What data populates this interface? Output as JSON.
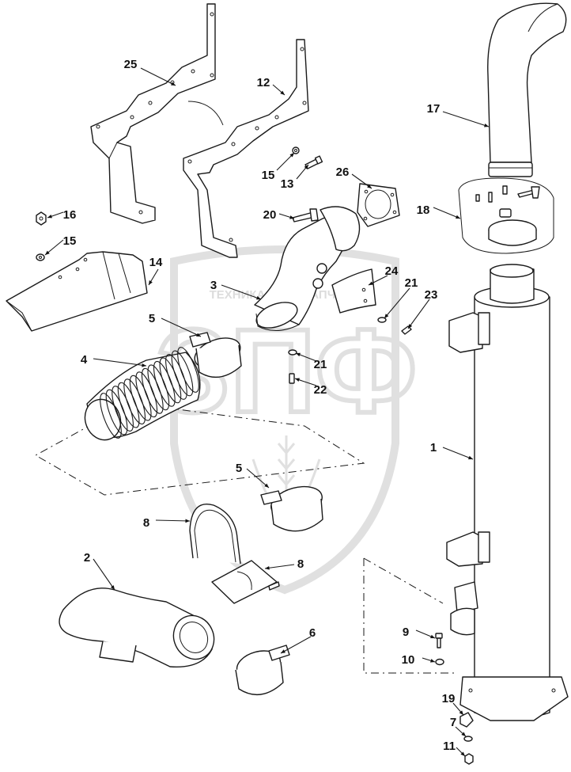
{
  "watermark": {
    "brand_large": "ЗПФ",
    "brand_left": "ТЕХНИКА",
    "brand_right": "ЗАПЧАСТИ",
    "color": "#c8c8c8"
  },
  "callouts": [
    {
      "id": "c25",
      "label": "25"
    },
    {
      "id": "c12",
      "label": "12"
    },
    {
      "id": "c15a",
      "label": "15"
    },
    {
      "id": "c13",
      "label": "13"
    },
    {
      "id": "c26",
      "label": "26"
    },
    {
      "id": "c17",
      "label": "17"
    },
    {
      "id": "c16",
      "label": "16"
    },
    {
      "id": "c15b",
      "label": "15"
    },
    {
      "id": "c14",
      "label": "14"
    },
    {
      "id": "c20",
      "label": "20"
    },
    {
      "id": "c18",
      "label": "18"
    },
    {
      "id": "c3",
      "label": "3"
    },
    {
      "id": "c24",
      "label": "24"
    },
    {
      "id": "c21a",
      "label": "21"
    },
    {
      "id": "c23",
      "label": "23"
    },
    {
      "id": "c5a",
      "label": "5"
    },
    {
      "id": "c4",
      "label": "4"
    },
    {
      "id": "c21b",
      "label": "21"
    },
    {
      "id": "c22",
      "label": "22"
    },
    {
      "id": "c1",
      "label": "1"
    },
    {
      "id": "c5b",
      "label": "5"
    },
    {
      "id": "c8a",
      "label": "8"
    },
    {
      "id": "c8b",
      "label": "8"
    },
    {
      "id": "c2",
      "label": "2"
    },
    {
      "id": "c6",
      "label": "6"
    },
    {
      "id": "c9",
      "label": "9"
    },
    {
      "id": "c10",
      "label": "10"
    },
    {
      "id": "c19",
      "label": "19"
    },
    {
      "id": "c7",
      "label": "7"
    },
    {
      "id": "c11",
      "label": "11"
    }
  ]
}
